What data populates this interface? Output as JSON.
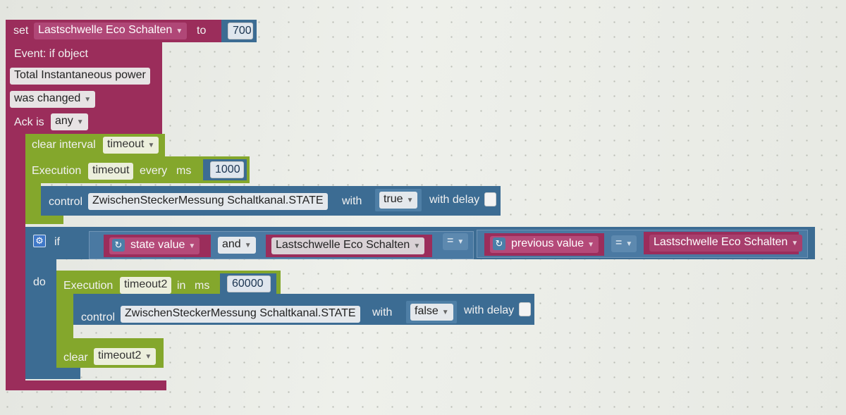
{
  "set_block": {
    "set_label": "set",
    "variable": "Lastschwelle Eco Schalten",
    "to_label": "to",
    "value": "700"
  },
  "event_block": {
    "title": "Event: if object",
    "object": "Total Instantaneous power",
    "trigger": "was changed",
    "ack_label": "Ack is",
    "ack_value": "any"
  },
  "clear_interval": {
    "label": "clear interval",
    "name": "timeout"
  },
  "interval_block": {
    "label": "Execution",
    "name": "timeout",
    "every_label": "every",
    "ms_label": "ms",
    "value": "1000"
  },
  "control_1": {
    "label": "control",
    "object": "ZwischenSteckerMessung Schaltkanal.STATE",
    "with_label": "with",
    "value": "true",
    "delay_label": "with delay"
  },
  "if_block": {
    "if_label": "if",
    "do_label": "do",
    "state_value": "state value",
    "and_label": "and",
    "var_left": "Lastschwelle Eco Schalten",
    "op_outer": "=",
    "previous_value": "previous value",
    "op_inner": "=",
    "var_right": "Lastschwelle Eco Schalten"
  },
  "timeout_block": {
    "label": "Execution",
    "name": "timeout2",
    "in_label": "in",
    "ms_label": "ms",
    "value": "60000"
  },
  "control_2": {
    "label": "control",
    "object": "ZwischenSteckerMessung Schaltkanal.STATE",
    "with_label": "with",
    "value": "false",
    "delay_label": "with delay"
  },
  "clear_timeout": {
    "label": "clear",
    "name": "timeout2"
  },
  "icons": {
    "gear": "gear-icon",
    "dropdown": "chevron-down-icon",
    "state": "state-icon"
  },
  "colors": {
    "event": "#9b2d5b",
    "timer": "#84a72c",
    "logic": "#3c6c93",
    "workspace": "#e9ebe6"
  }
}
